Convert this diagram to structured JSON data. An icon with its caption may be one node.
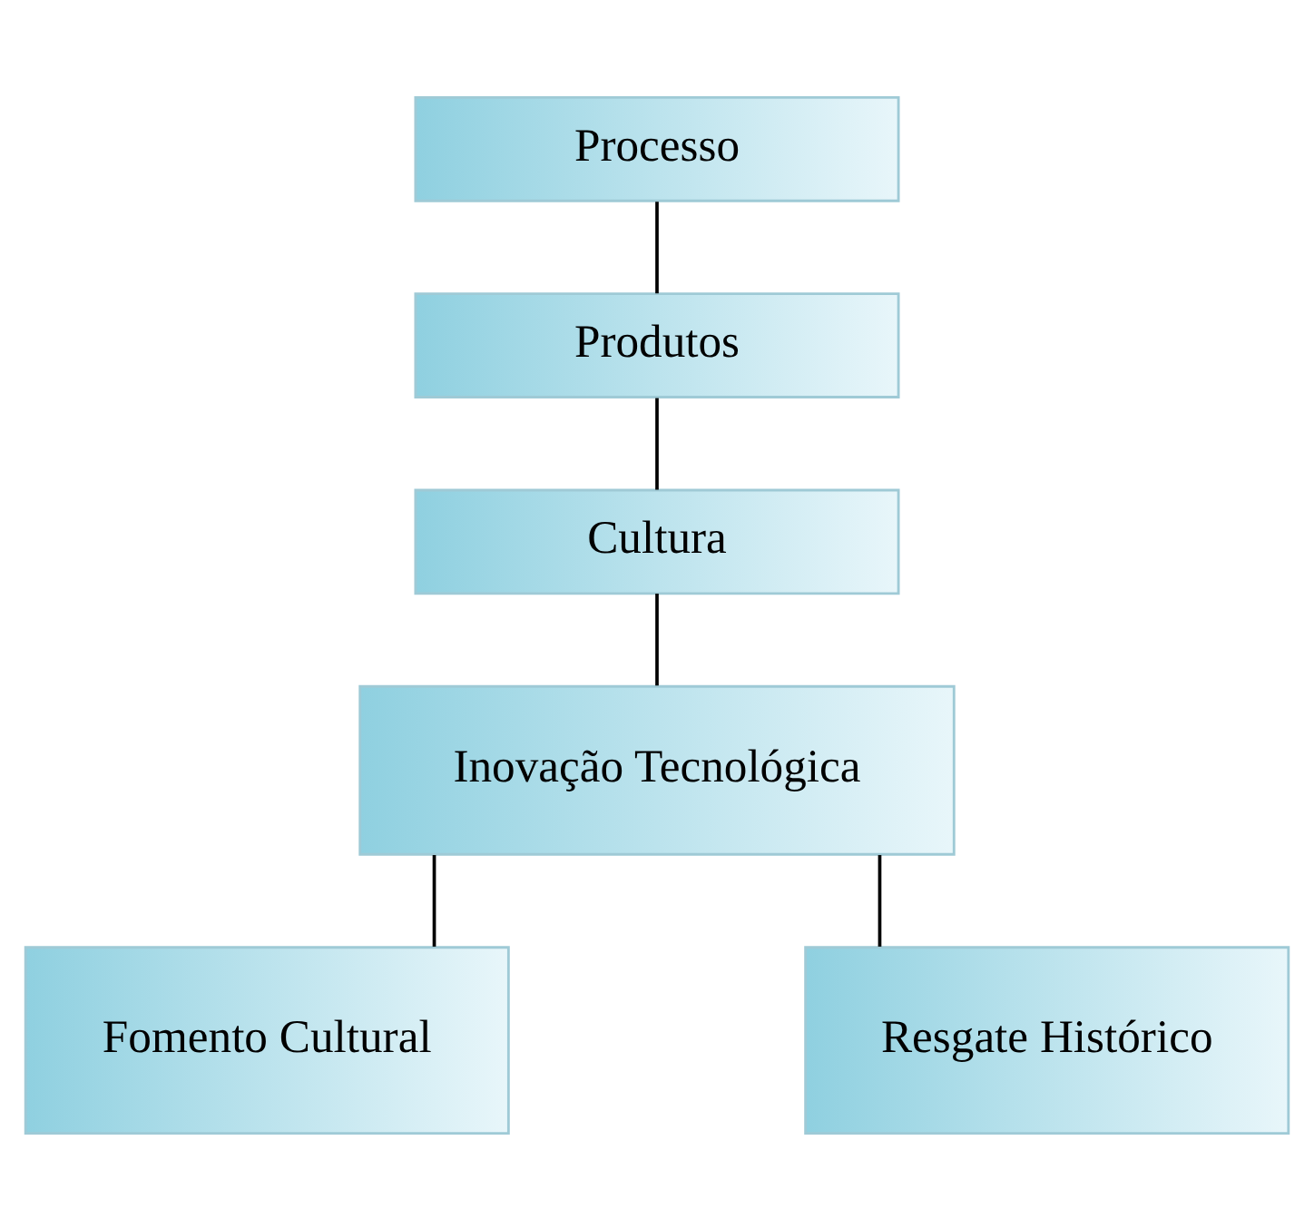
{
  "diagram": {
    "nodes": [
      {
        "text": [
          "Processo"
        ]
      },
      {
        "text": [
          "Produtos"
        ]
      },
      {
        "text": [
          "Cultura"
        ]
      },
      {
        "text": [
          "Inovação Tecnológica"
        ]
      },
      {
        "text": [
          "Fomento Cultural"
        ]
      },
      {
        "text": [
          "Resgate Histórico"
        ]
      }
    ],
    "edges": [
      {
        "from": 0,
        "to": 1,
        "arrow": "none"
      },
      {
        "from": 1,
        "to": 2,
        "arrow": "none"
      },
      {
        "from": 2,
        "to": 3,
        "arrow": "none"
      },
      {
        "from": 3,
        "to": 4,
        "arrow": "none"
      },
      {
        "from": 3,
        "to": 5,
        "arrow": "none"
      }
    ]
  }
}
